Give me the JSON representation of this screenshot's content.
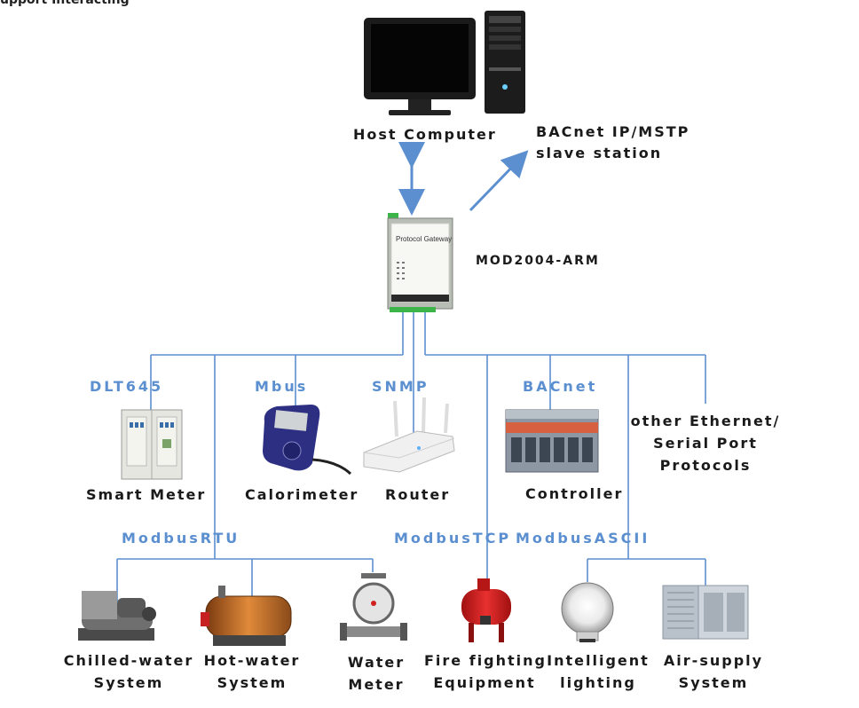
{
  "header_fragment": "upport    Interacting",
  "host_computer_label": "Host Computer",
  "bacnet_slave_label": {
    "line1": "BACnet IP/MSTP",
    "line2": "slave station"
  },
  "gateway": {
    "model": "MOD2004-ARM",
    "panel_text": "Protocol Gateway"
  },
  "protocols": {
    "dlt645": "DLT645",
    "mbus": "Mbus",
    "snmp": "SNMP",
    "bacnet": "BACnet",
    "modbus_rtu": "ModbusRTU",
    "modbus_tcp": "ModbusTCP",
    "modbus_ascii": "ModbusASCII"
  },
  "other_protocols": {
    "line1": "other Ethernet/",
    "line2": "Serial Port",
    "line3": "Protocols"
  },
  "devices": {
    "smart_meter": "Smart Meter",
    "calorimeter": "Calorimeter",
    "router": "Router",
    "controller": "Controller",
    "chilled_water": {
      "line1": "Chilled-water",
      "line2": "System"
    },
    "hot_water": {
      "line1": "Hot-water",
      "line2": "System"
    },
    "water_meter": {
      "line1": "Water",
      "line2": "Meter"
    },
    "fire_fighting": {
      "line1": "Fire fighting",
      "line2": "Equipment"
    },
    "intelligent_lighting": {
      "line1": "Intelligent",
      "line2": "lighting"
    },
    "air_supply": {
      "line1": "Air-supply",
      "line2": "System"
    }
  },
  "colors": {
    "line": "#5b8fd0",
    "arrow": "#5b8fd0",
    "label_blue": "#5b8fd0",
    "text": "#1a1a1a"
  }
}
